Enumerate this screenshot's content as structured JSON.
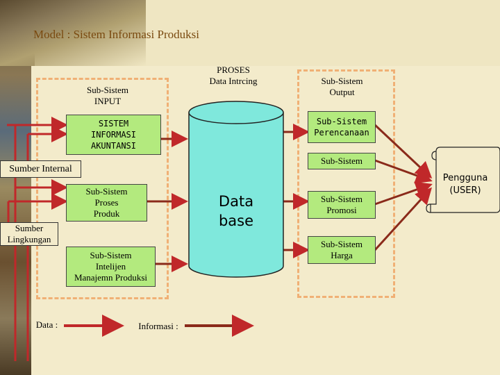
{
  "title": "Model : Sistem Informasi Produksi",
  "input_group": {
    "label": "Sub-Sistem\nINPUT"
  },
  "proses": {
    "label": "PROSES\nData Intrcing"
  },
  "output_group": {
    "label": "Sub-Sistem\nOutput"
  },
  "sia": {
    "label": "SISTEM\nINFORMASI\nAKUNTANSI"
  },
  "sumber_internal": {
    "label": "Sumber Internal"
  },
  "proses_produk": {
    "label": "Sub-Sistem\nProses\nProduk"
  },
  "sumber_lingkungan": {
    "label": "Sumber\nLingkungan"
  },
  "intelijen": {
    "label": "Sub-Sistem\nIntelijen\nManajemn Produksi"
  },
  "database": {
    "label": "Data\nbase"
  },
  "perencanaan": {
    "label": "Sub-Sistem\nPerencanaan"
  },
  "subsistem": {
    "label": "Sub-Sistem"
  },
  "promosi": {
    "label": "Sub-Sistem\nPromosi"
  },
  "harga": {
    "label": "Sub-Sistem\nHarga"
  },
  "pengguna": {
    "label": "Pengguna\n(USER)"
  },
  "legend": {
    "data_label": "Data :",
    "informasi_label": "Informasi :"
  },
  "colors": {
    "box_fill": "#b3ea7e",
    "data_arrow": "#c0282a",
    "info_arrow": "#8a2a1a",
    "dashed_border": "#f0b075",
    "cylinder": "#7fe8dc"
  }
}
